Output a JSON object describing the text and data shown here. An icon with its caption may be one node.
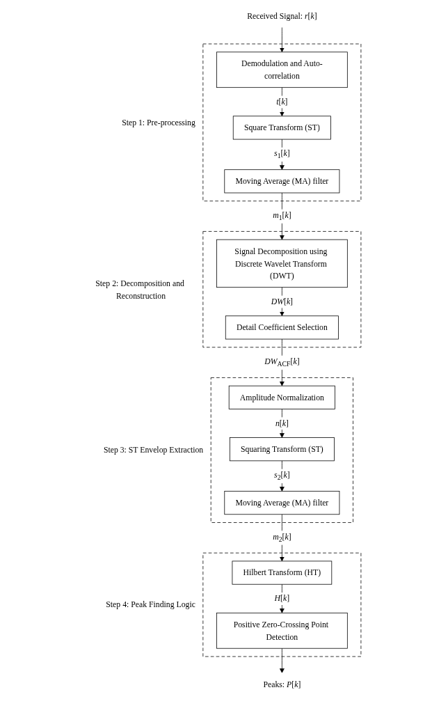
{
  "diagram": {
    "nodes": [
      {
        "text": [
          "Received Signal: *r*[*k*]"
        ]
      },
      {
        "text": [
          "Step 1: Pre-processing"
        ]
      },
      {
        "text": [
          "Demodulation and Auto-correlation"
        ],
        "in": 1
      },
      {
        "text": [
          "Square Transform (ST)"
        ],
        "in": 1
      },
      {
        "text": [
          "Moving Average (MA) filter"
        ],
        "in": 1
      },
      {
        "text": [
          "Step 2: Decomposition and Reconstruction"
        ]
      },
      {
        "text": [
          "Signal Decomposition using Discrete Wavelet Transform (DWT)"
        ],
        "in": 5
      },
      {
        "text": [
          "Detail Coefficient Selection"
        ],
        "in": 5
      },
      {
        "text": [
          "Step 3: ST Envelop Extraction"
        ]
      },
      {
        "text": [
          "Amplitude Normalization"
        ],
        "in": 8
      },
      {
        "text": [
          "Squaring Transform (ST)"
        ],
        "in": 8
      },
      {
        "text": [
          "Moving Average (MA) filter"
        ],
        "in": 8
      },
      {
        "text": [
          "Step 4: Peak Finding Logic"
        ]
      },
      {
        "text": [
          "Hilbert Transform (HT)"
        ],
        "in": 12
      },
      {
        "text": [
          "Positive Zero-Crossing Point Detection"
        ],
        "in": 12
      },
      {
        "text": [
          "Peaks: *P*[*k*]"
        ]
      }
    ],
    "edges": [
      {
        "from": 0,
        "to": 2,
        "arrow": "to"
      },
      {
        "from": 2,
        "to": 3,
        "arrow": "to",
        "label": "*t*[*k*]"
      },
      {
        "from": 3,
        "to": 4,
        "arrow": "to",
        "label": "*s*$_{1}$[*k*]"
      },
      {
        "from": 4,
        "to": 6,
        "arrow": "to",
        "label": "*m*$_{1}$[*k*]"
      },
      {
        "from": 6,
        "to": 7,
        "arrow": "to",
        "label": "*DW*[*k*]"
      },
      {
        "from": 7,
        "to": 9,
        "arrow": "to",
        "label": "*DW*$_{ACF}$[*k*]"
      },
      {
        "from": 9,
        "to": 10,
        "arrow": "to",
        "label": "*n*[*k*]"
      },
      {
        "from": 10,
        "to": 11,
        "arrow": "to",
        "label": "*s*$_{2}$[*k*]"
      },
      {
        "from": 11,
        "to": 13,
        "arrow": "to",
        "label": "*m*$_{2}$[*k*]"
      },
      {
        "from": 13,
        "to": 14,
        "arrow": "to",
        "label": "*H*[*k*]"
      },
      {
        "from": 14,
        "to": 15,
        "arrow": "to"
      }
    ]
  }
}
